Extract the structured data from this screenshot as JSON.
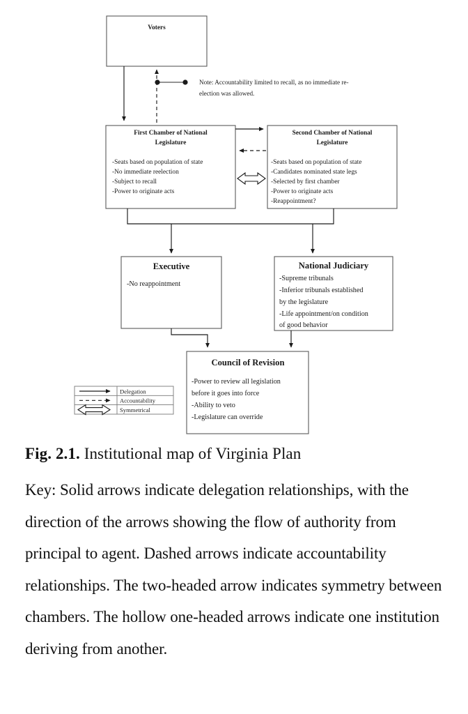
{
  "figure": {
    "number": "Fig. 2.1.",
    "title": " Institutional map of Virginia Plan",
    "key_text": "Key: Solid arrows indicate delegation relationships, with the direction of the arrows showing the flow of authority from principal to agent. Dashed arrows indicate accountability relationships. The two-headed arrow indicates symmetry between chambers. The hollow one-headed arrows indicate one institution deriving from another."
  },
  "note": {
    "line1": "Note:  Accountability limited to recall, as no immediate re-",
    "line2": "election was allowed."
  },
  "boxes": {
    "voters": {
      "title": "Voters",
      "items": []
    },
    "first_chamber": {
      "title_line1": "First Chamber of National",
      "title_line2": "Legislature",
      "items": [
        "-Seats based on population of state",
        "-No immediate reelection",
        "-Subject to recall",
        "-Power to originate acts"
      ]
    },
    "second_chamber": {
      "title_line1": "Second Chamber of National",
      "title_line2": "Legislature",
      "items": [
        "-Seats based on population of state",
        "-Candidates nominated state legs",
        "-Selected by first chamber",
        "-Power to originate acts",
        "-Reappointment?"
      ]
    },
    "executive": {
      "title": "Executive",
      "items": [
        "-No reappointment"
      ]
    },
    "judiciary": {
      "title": "National Judiciary",
      "items": [
        "-Supreme tribunals",
        "-Inferior tribunals established",
        "by the legislature",
        "-Life appointment/on condition",
        "of good behavior"
      ]
    },
    "council": {
      "title": "Council of Revision",
      "items": [
        "-Power to review all legislation",
        "before it goes into force",
        "-Ability to veto",
        "-Legislature can override"
      ]
    }
  },
  "legend": {
    "rows": [
      {
        "label": "Delegation",
        "style": "solid-arrow"
      },
      {
        "label": "Accountability",
        "style": "dashed-arrow"
      },
      {
        "label": "Symmetrical",
        "style": "hollow-double-arrow"
      }
    ]
  },
  "colors": {
    "box_border": "#595959",
    "line": "#1a1a1a",
    "text": "#1a1a1a",
    "background": "#ffffff"
  }
}
